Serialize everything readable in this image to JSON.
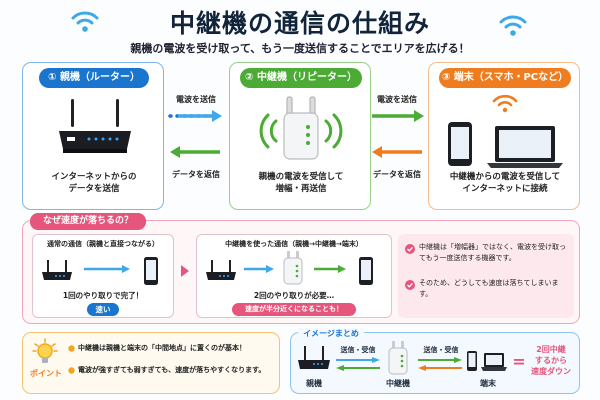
{
  "header": {
    "title": "中継機の通信の仕組み",
    "subtitle": "親機の電波を受け取って、もう一度送信することでエリアを広げる！"
  },
  "devices": [
    {
      "label": "① 親機（ルーター）",
      "caption": "インターネットからの\nデータを送信",
      "color": "#1a75cf",
      "border": "#7fb6ec"
    },
    {
      "label": "② 中継機（リピーター）",
      "caption": "親機の電波を受信して\n増幅・再送信",
      "color": "#4bab34",
      "border": "#9ad28b"
    },
    {
      "label": "③ 端末（スマホ・PCなど）",
      "caption": "中継機からの電波を受信して\nインターネットに接続",
      "color": "#ef7d20",
      "border": "#f5bd8a"
    }
  ],
  "arrows": {
    "send1": "電波を送信",
    "return1": "データを返信",
    "send2": "電波を送信",
    "return2": "データを返信"
  },
  "why": {
    "heading": "なぜ速度が落ちるの？",
    "normal_title": "通常の通信（親機と直接つながる）",
    "normal_caption": "1回のやり取りで完了！",
    "normal_badge": "速い",
    "relay_title": "中継機を使った通信（親機→中継機→端末）",
    "relay_caption": "2回のやり取りが必要…",
    "relay_badge": "速度が半分近くになることも！",
    "notes": [
      "中継機は「増幅器」ではなく、電波を受け取ってもう一度送信する機器です。",
      "そのため、どうしても速度は落ちてしまいます。"
    ]
  },
  "point": {
    "label": "ポイント",
    "items": [
      "中継機は親機と端末の「中間地点」に置くのが基本！",
      "電波が強すぎても弱すぎても、速度が落ちやすくなります。"
    ]
  },
  "summary": {
    "heading": "イメージまとめ",
    "left_label": "送信・受信",
    "right_label": "送信・受信",
    "router": "親機",
    "repeater": "中継機",
    "device": "端末",
    "result": [
      "2回中継",
      "するから",
      "速度ダウン"
    ]
  },
  "colors": {
    "blue": "#1a75cf",
    "green": "#4bab34",
    "orange": "#ef7d20",
    "pink": "#e6557c",
    "wifi": "#3fa9e8"
  }
}
